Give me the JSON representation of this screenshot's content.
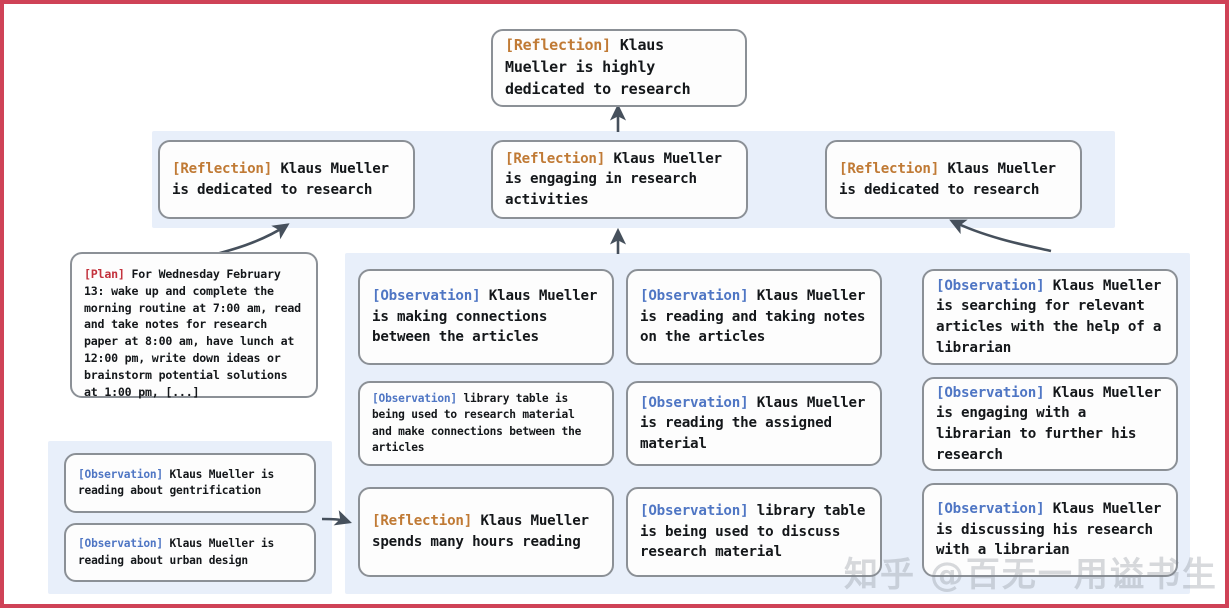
{
  "figure": {
    "title": "Reflection tree of a generative agent",
    "border_color": "#cf4257",
    "panel_color": "#e8effa",
    "node_border_color": "#8b9096",
    "tag_colors": {
      "reflection": "#c07a35",
      "observation": "#4f76c4",
      "plan": "#c3323d"
    }
  },
  "watermark": {
    "text": "知乎 @百无一用谥书生"
  },
  "root_node": {
    "tag": "[Reflection]",
    "tag_type": "reflection",
    "text": " Klaus Mueller is highly dedicated to research"
  },
  "reflections": [
    {
      "tag": "[Reflection]",
      "tag_type": "reflection",
      "text": " Klaus Mueller is dedicated to research"
    },
    {
      "tag": "[Reflection]",
      "tag_type": "reflection",
      "text": " Klaus Mueller is engaging in research activities"
    },
    {
      "tag": "[Reflection]",
      "tag_type": "reflection",
      "text": " Klaus Mueller is dedicated to research"
    }
  ],
  "plan_node": {
    "tag": "[Plan]",
    "tag_type": "plan",
    "text": " For Wednesday February 13: wake up and complete the morning routine at 7:00 am, read and take notes for research paper at 8:00 am, have lunch at 12:00 pm, write down ideas or brainstorm potential solutions at 1:00 pm, [...]"
  },
  "left_observations": [
    {
      "tag": "[Observation]",
      "tag_type": "observation",
      "text": " Klaus Mueller is reading about gentrification"
    },
    {
      "tag": "[Observation]",
      "tag_type": "observation",
      "text": " Klaus Mueller is reading about urban design"
    }
  ],
  "column_two": [
    {
      "tag": "[Observation]",
      "tag_type": "observation",
      "text": " Klaus Mueller is making connections between the articles"
    },
    {
      "tag": "[Observation]",
      "tag_type": "observation",
      "text": " library table is being used to research material and make connections between the articles"
    },
    {
      "tag": "[Reflection]",
      "tag_type": "reflection",
      "text": " Klaus Mueller spends many hours reading"
    }
  ],
  "column_three": [
    {
      "tag": "[Observation]",
      "tag_type": "observation",
      "text": " Klaus Mueller is reading and taking notes on the articles"
    },
    {
      "tag": "[Observation]",
      "tag_type": "observation",
      "text": " Klaus Mueller is reading the assigned material"
    },
    {
      "tag": "[Observation]",
      "tag_type": "observation",
      "text": " library table is being used to discuss research material"
    }
  ],
  "column_four": [
    {
      "tag": "[Observation]",
      "tag_type": "observation",
      "text": " Klaus Mueller is searching for relevant articles with the help of a librarian"
    },
    {
      "tag": "[Observation]",
      "tag_type": "observation",
      "text": " Klaus Mueller is engaging with a librarian to further his research"
    },
    {
      "tag": "[Observation]",
      "tag_type": "observation",
      "text": " Klaus Mueller is discussing his research with a librarian"
    }
  ]
}
